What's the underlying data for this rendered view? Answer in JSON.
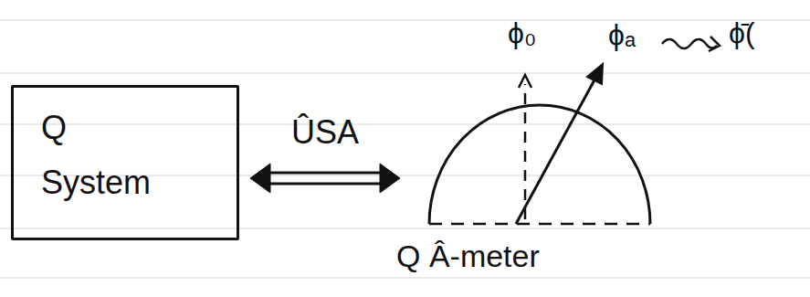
{
  "diagram": {
    "nodes": [
      {
        "text": [
          "Q System"
        ]
      },
      {
        "text": [
          "Q Â-meter"
        ]
      }
    ],
    "edges": [
      {
        "from": 0,
        "to": 1,
        "arrow": "both",
        "label": "ÛSA"
      }
    ],
    "labels": [
      "ϕ₀",
      "ϕₐ",
      "ϕ̄("
    ]
  }
}
